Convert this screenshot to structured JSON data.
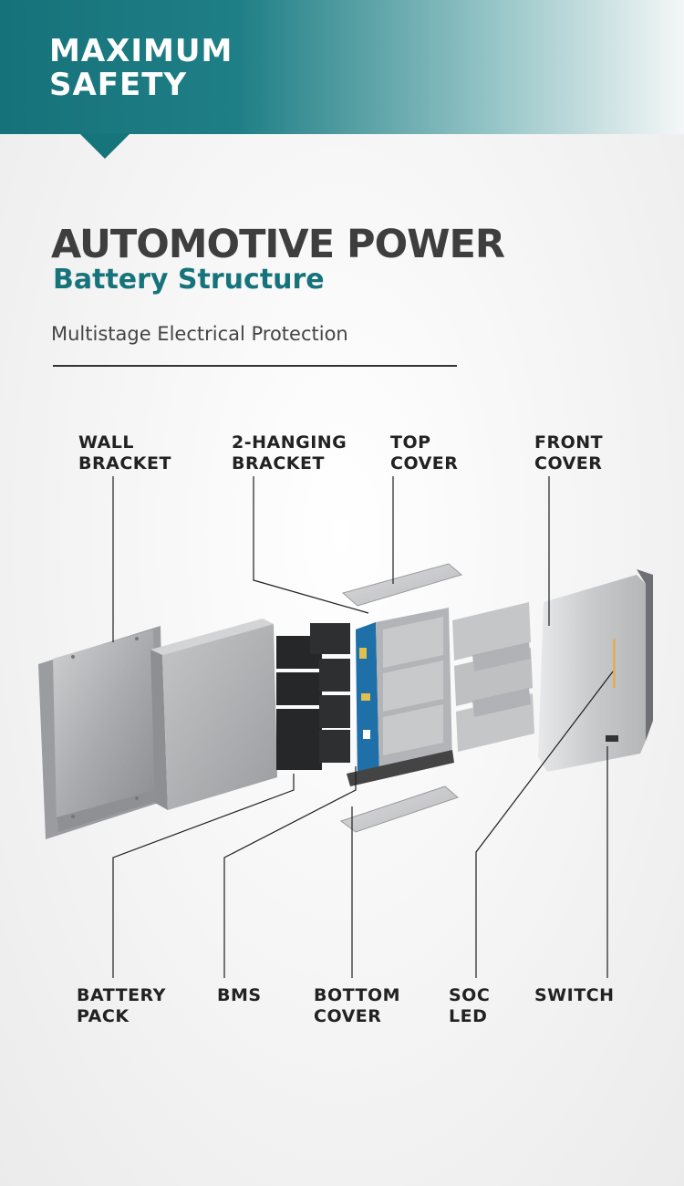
{
  "banner": {
    "line1": "MAXIMUM",
    "line2": "SAFETY"
  },
  "heading": {
    "main": "AUTOMOTIVE POWER",
    "sub": "Battery Structure",
    "tagline": "Multistage Electrical Protection"
  },
  "labels": {
    "wall_bracket": [
      "WALL",
      "BRACKET"
    ],
    "hanging_bracket": [
      "2-HANGING",
      "BRACKET"
    ],
    "top_cover": [
      "TOP",
      "COVER"
    ],
    "front_cover": [
      "FRONT",
      "COVER"
    ],
    "battery_pack": [
      "BATTERY",
      "PACK"
    ],
    "bms": [
      "BMS"
    ],
    "bottom_cover": [
      "BOTTOM",
      "COVER"
    ],
    "soc_led": [
      "SOC",
      "LED"
    ],
    "switch": [
      "SWITCH"
    ]
  },
  "colors": {
    "brand_teal": "#17737b",
    "heading_gray": "#3e3e3e"
  }
}
